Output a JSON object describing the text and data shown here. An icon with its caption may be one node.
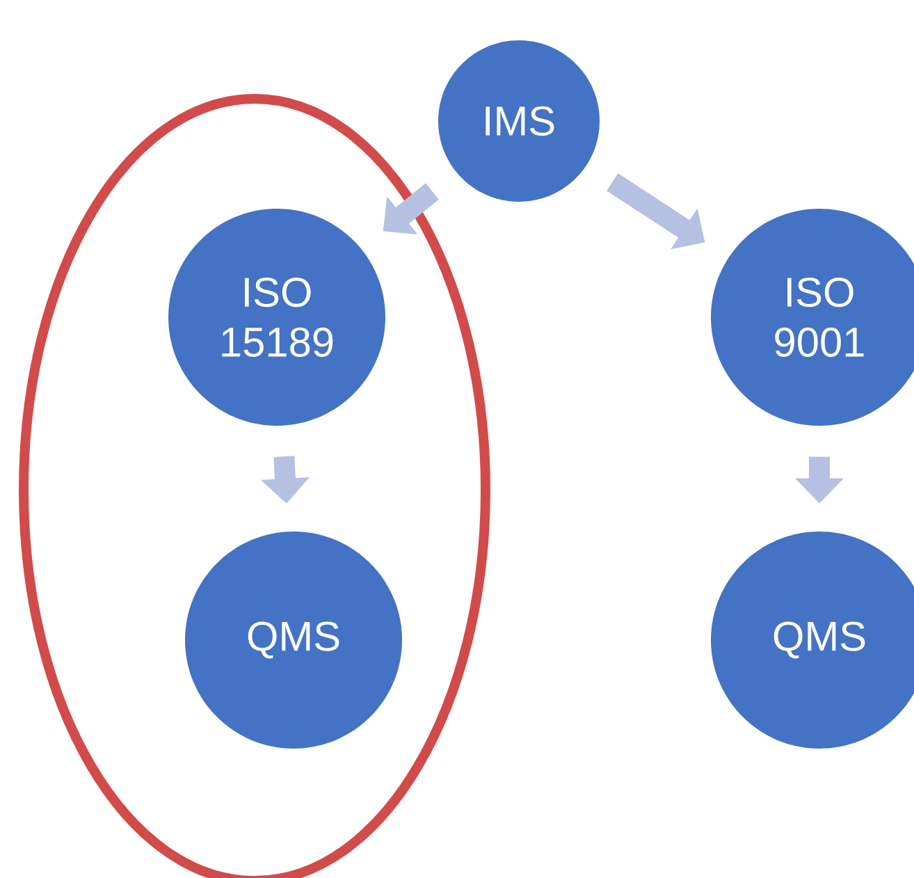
{
  "diagram": {
    "nodes": [
      {
        "text": [
          "IMS"
        ]
      },
      {
        "text": [],
        "shape": "ellipse"
      },
      {
        "text": [
          "ISO 15189"
        ],
        "in": 1
      },
      {
        "text": [
          "ISO 9001"
        ]
      },
      {
        "text": [
          "QMS"
        ],
        "in": 1
      },
      {
        "text": [
          "QMS"
        ]
      }
    ],
    "edges": [
      {
        "from": 0,
        "to": 2,
        "arrow": "to"
      },
      {
        "from": 0,
        "to": 3,
        "arrow": "to"
      },
      {
        "from": 2,
        "to": 4,
        "arrow": "to"
      },
      {
        "from": 3,
        "to": 5,
        "arrow": "to"
      }
    ]
  }
}
